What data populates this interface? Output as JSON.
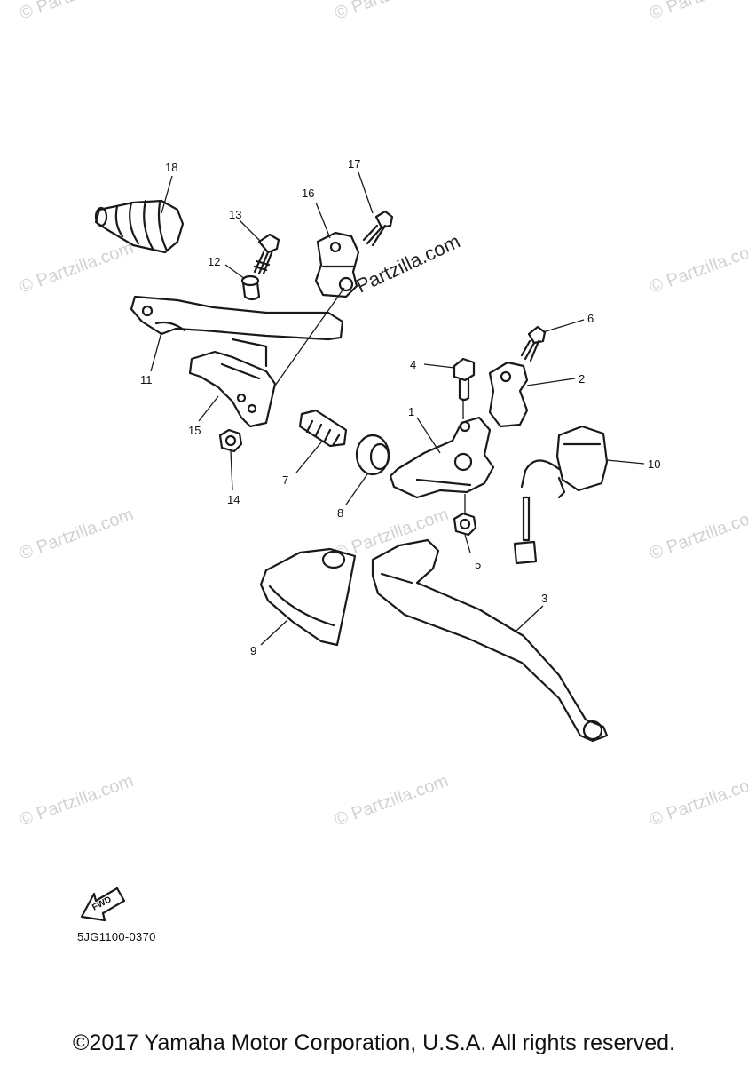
{
  "watermarks": {
    "main": "Partzilla.com",
    "faint": "© Partzilla.com"
  },
  "callouts": [
    {
      "id": "1",
      "label": "1"
    },
    {
      "id": "2",
      "label": "2"
    },
    {
      "id": "3",
      "label": "3"
    },
    {
      "id": "4",
      "label": "4"
    },
    {
      "id": "5",
      "label": "5"
    },
    {
      "id": "6",
      "label": "6"
    },
    {
      "id": "7",
      "label": "7"
    },
    {
      "id": "8",
      "label": "8"
    },
    {
      "id": "9",
      "label": "9"
    },
    {
      "id": "10",
      "label": "10"
    },
    {
      "id": "11",
      "label": "11"
    },
    {
      "id": "12",
      "label": "12"
    },
    {
      "id": "13",
      "label": "13"
    },
    {
      "id": "14",
      "label": "14"
    },
    {
      "id": "15",
      "label": "15"
    },
    {
      "id": "16",
      "label": "16"
    },
    {
      "id": "17",
      "label": "17"
    },
    {
      "id": "18",
      "label": "18"
    }
  ],
  "fwd_arrow": {
    "label": "FWD",
    "icon": "fwd-arrow-icon"
  },
  "diagram_code": "5JG1100-0370",
  "copyright": "©2017 Yamaha Motor Corporation, U.S.A. All rights reserved."
}
